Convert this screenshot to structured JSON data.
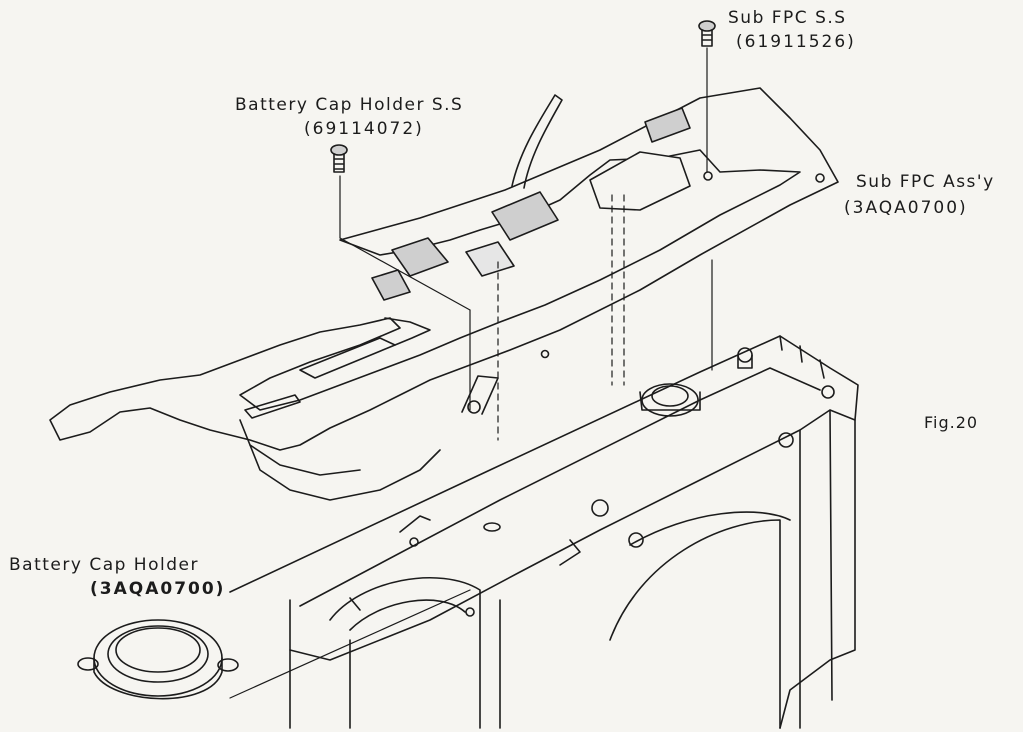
{
  "labels": {
    "sub_fpc_ss": "Sub FPC S.S",
    "sub_fpc_ss_code": "(61911526)",
    "battery_cap_holder_ss": "Battery Cap Holder S.S",
    "battery_cap_holder_ss_code": "(69114072)",
    "sub_fpc_assy": "Sub FPC Ass'y",
    "sub_fpc_assy_code": "(3AQA0700)",
    "battery_cap_holder": "Battery Cap Holder",
    "battery_cap_holder_code": "(3AQA0700)",
    "figure_number": "Fig.20"
  },
  "colors": {
    "ink": "#1c1c1c",
    "paper": "#f6f5f1"
  }
}
